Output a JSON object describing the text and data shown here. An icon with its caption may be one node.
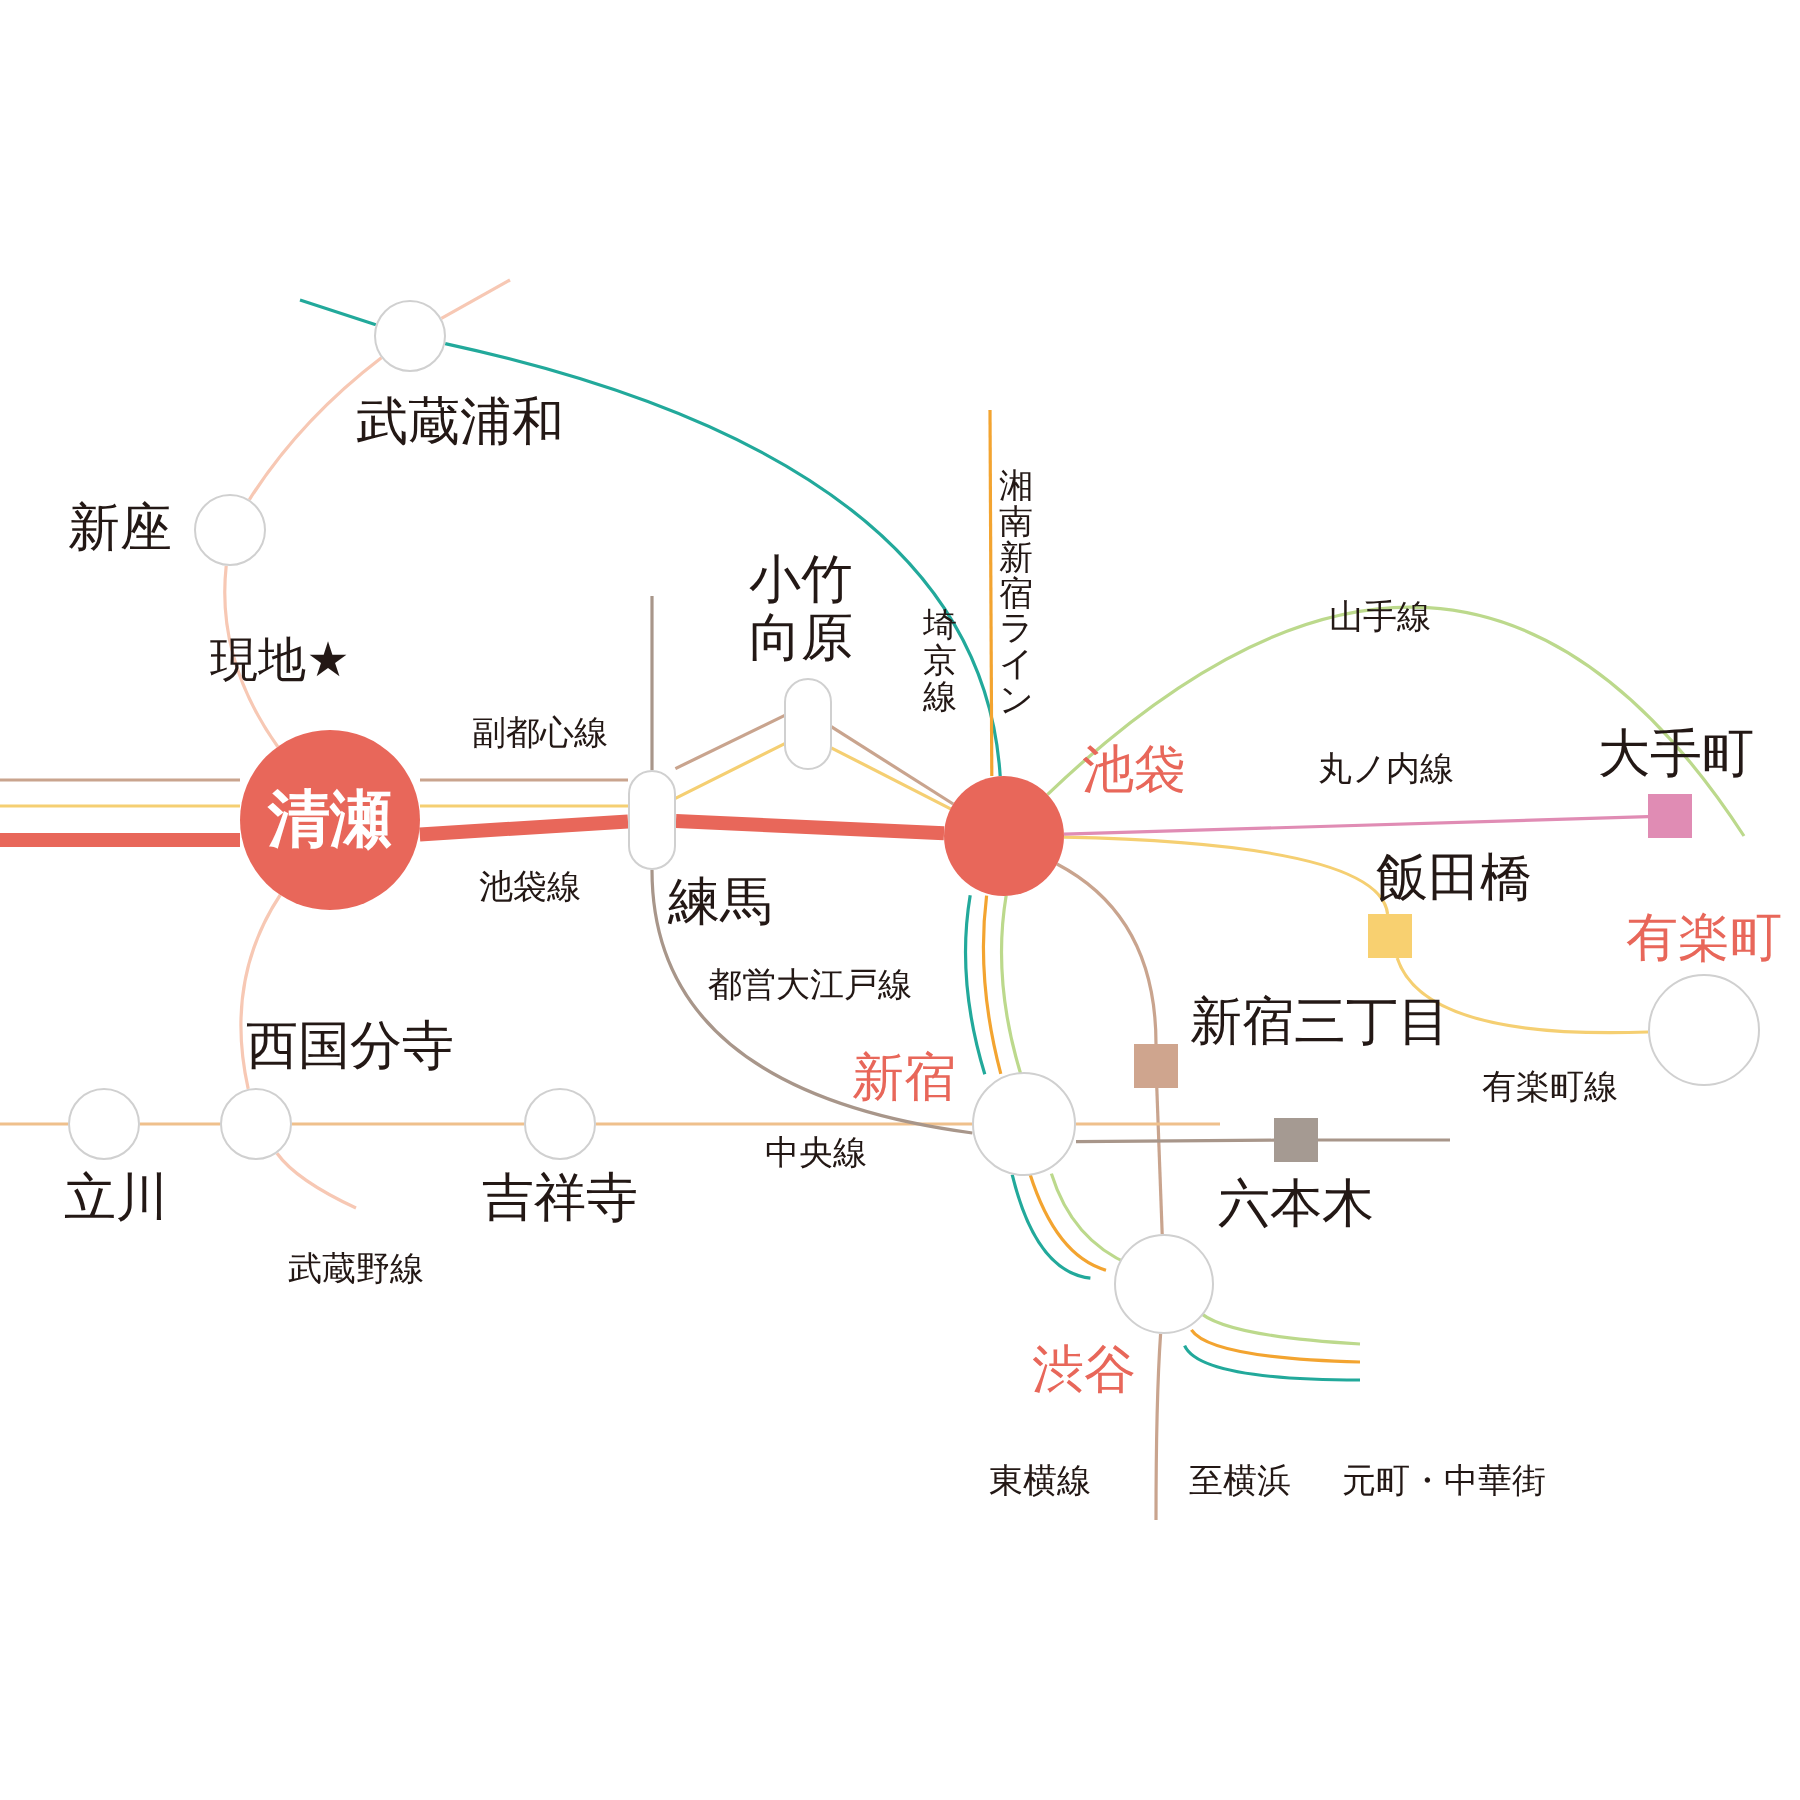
{
  "diagram": {
    "nodes": [
      {
        "text": [
          "清瀬"
        ]
      },
      {
        "text": [
          "新座"
        ]
      },
      {
        "text": [
          "武蔵浦和"
        ]
      },
      {
        "text": [
          "西国分寺"
        ]
      },
      {
        "text": [
          "立川"
        ]
      },
      {
        "text": [
          "吉祥寺"
        ]
      },
      {
        "text": [
          "練馬"
        ]
      },
      {
        "text": [
          "小竹向原"
        ]
      },
      {
        "text": [
          "池袋"
        ]
      },
      {
        "text": [
          "新宿"
        ]
      },
      {
        "text": [
          "渋谷"
        ]
      },
      {
        "text": [
          "大手町"
        ]
      },
      {
        "text": [
          "飯田橋"
        ]
      },
      {
        "text": [
          "有楽町"
        ]
      },
      {
        "text": [
          "新宿三丁目"
        ]
      },
      {
        "text": [
          "六本木"
        ]
      }
    ],
    "edges": [
      {
        "from": null,
        "to": 0,
        "arrow": "none",
        "style": "thick",
        "color": "#e8675a"
      },
      {
        "from": 0,
        "to": 6,
        "arrow": "none",
        "style": "thick",
        "color": "#e8675a"
      },
      {
        "from": 6,
        "to": 8,
        "arrow": "none",
        "style": "thick",
        "color": "#e8675a"
      },
      {
        "from": null,
        "to": 0,
        "arrow": "none",
        "color": "#c9a48e"
      },
      {
        "from": 0,
        "to": 6,
        "arrow": "none",
        "color": "#c9a48e"
      },
      {
        "from": 6,
        "to": 7,
        "arrow": "none",
        "color": "#c9a48e"
      },
      {
        "from": 7,
        "to": 8,
        "arrow": "none",
        "color": "#c9a48e"
      },
      {
        "from": 8,
        "to": 14,
        "arrow": "none",
        "color": "#c9a48e"
      },
      {
        "from": 14,
        "to": 10,
        "arrow": "none",
        "color": "#c9a48e"
      },
      {
        "from": 10,
        "to": null,
        "arrow": "none",
        "color": "#c9a48e"
      },
      {
        "from": null,
        "to": 0,
        "arrow": "none",
        "color": "#f5cf72"
      },
      {
        "from": 0,
        "to": 6,
        "arrow": "none",
        "color": "#f5cf72"
      },
      {
        "from": 6,
        "to": 7,
        "arrow": "none",
        "color": "#f5cf72"
      },
      {
        "from": 7,
        "to": 8,
        "arrow": "none",
        "color": "#f5cf72"
      },
      {
        "from": 8,
        "to": 12,
        "arrow": "none",
        "color": "#f5cf72"
      },
      {
        "from": 12,
        "to": 13,
        "arrow": "none",
        "color": "#f5cf72"
      },
      {
        "from": 8,
        "to": 11,
        "arrow": "none",
        "color": "#e08cb4"
      },
      {
        "from": 8,
        "to": null,
        "arrow": "none",
        "color": "#bcd98c"
      },
      {
        "from": 8,
        "to": 9,
        "arrow": "none",
        "color": "#bcd98c"
      },
      {
        "from": 9,
        "to": 10,
        "arrow": "none",
        "color": "#bcd98c"
      },
      {
        "from": 10,
        "to": null,
        "arrow": "none",
        "color": "#bcd98c"
      },
      {
        "from": null,
        "to": 2,
        "arrow": "none",
        "color": "#22a99b"
      },
      {
        "from": 2,
        "to": 8,
        "arrow": "none",
        "color": "#22a99b"
      },
      {
        "from": 8,
        "to": 9,
        "arrow": "none",
        "color": "#22a99b"
      },
      {
        "from": 9,
        "to": 10,
        "arrow": "none",
        "color": "#22a99b"
      },
      {
        "from": 10,
        "to": null,
        "arrow": "none",
        "color": "#22a99b"
      },
      {
        "from": null,
        "to": 8,
        "arrow": "none",
        "color": "#f3a430"
      },
      {
        "from": 8,
        "to": 9,
        "arrow": "none",
        "color": "#f3a430"
      },
      {
        "from": 9,
        "to": 10,
        "arrow": "none",
        "color": "#f3a430"
      },
      {
        "from": 10,
        "to": null,
        "arrow": "none",
        "color": "#f3a430"
      },
      {
        "from": null,
        "to": 2,
        "arrow": "none",
        "color": "#f7c8b4"
      },
      {
        "from": 2,
        "to": 1,
        "arrow": "none",
        "color": "#f7c8b4"
      },
      {
        "from": 1,
        "to": 0,
        "arrow": "none",
        "color": "#f7c8b4"
      },
      {
        "from": 0,
        "to": 3,
        "arrow": "none",
        "color": "#f7c8b4"
      },
      {
        "from": 3,
        "to": null,
        "arrow": "none",
        "color": "#f7c8b4"
      },
      {
        "from": null,
        "to": 4,
        "arrow": "none",
        "color": "#efc08c"
      },
      {
        "from": 4,
        "to": 3,
        "arrow": "none",
        "color": "#efc08c"
      },
      {
        "from": 3,
        "to": 5,
        "arrow": "none",
        "color": "#efc08c"
      },
      {
        "from": 5,
        "to": 9,
        "arrow": "none",
        "color": "#efc08c"
      },
      {
        "from": 9,
        "to": null,
        "arrow": "none",
        "color": "#efc08c"
      },
      {
        "from": null,
        "to": 6,
        "arrow": "none",
        "color": "#a8968a"
      },
      {
        "from": 6,
        "to": 9,
        "arrow": "none",
        "color": "#a8968a"
      },
      {
        "from": 9,
        "to": 15,
        "arrow": "none",
        "color": "#a8968a"
      },
      {
        "from": 15,
        "to": null,
        "arrow": "none",
        "color": "#a8968a"
      }
    ],
    "labels": [
      "現地★",
      "副都心線",
      "池袋線",
      "埼京線",
      "湘南新宿ライン",
      "山手線",
      "丸ノ内線",
      "有楽町線",
      "都営大江戸線",
      "中央線",
      "武蔵野線",
      "東横線",
      "至横浜",
      "元町・中華街"
    ]
  }
}
